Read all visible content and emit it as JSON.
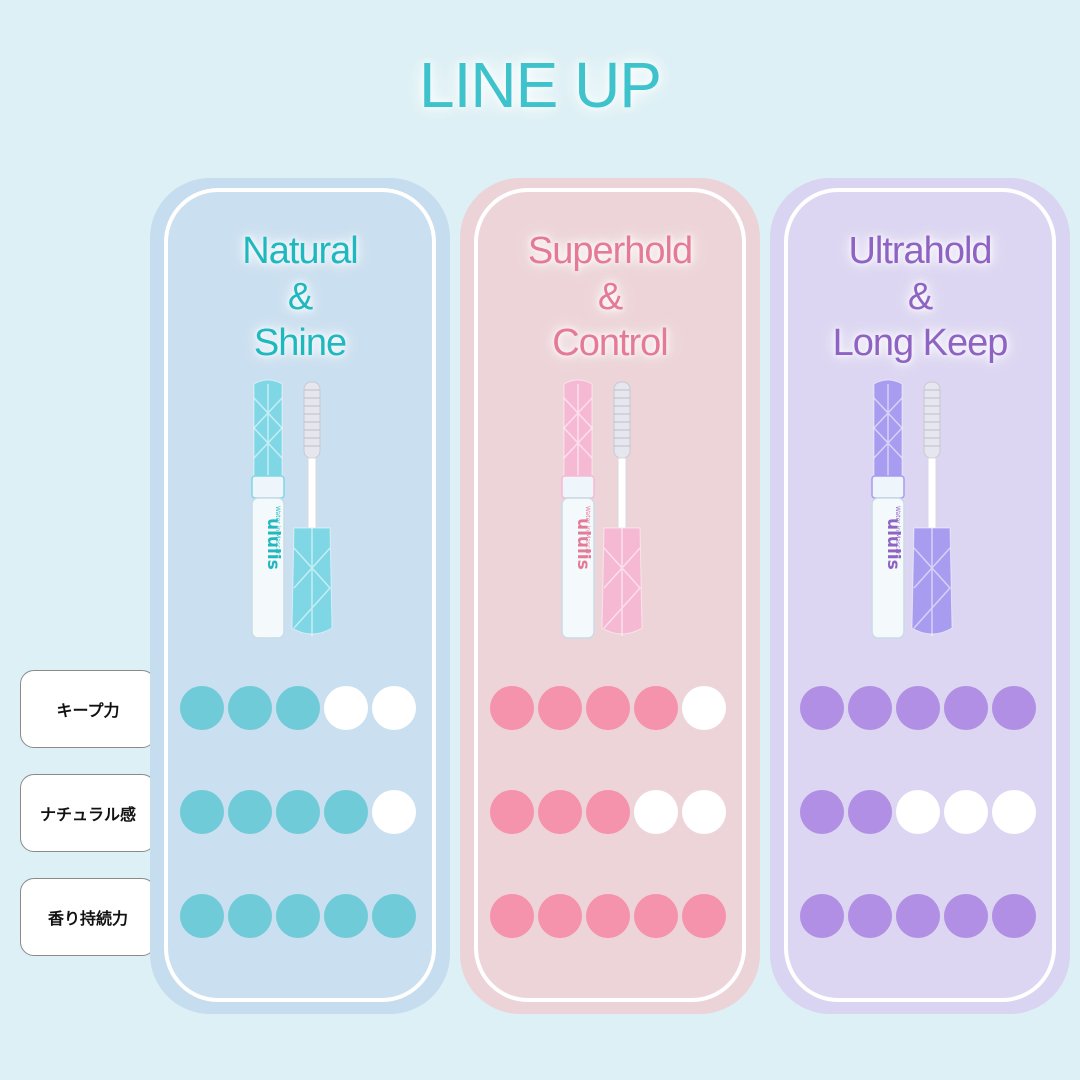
{
  "title": "LINE UP",
  "labels": [
    "キープ力",
    "ナチュラル感",
    "香り持続力"
  ],
  "products": [
    {
      "name_lines": [
        "Natural",
        "&",
        "Shine"
      ],
      "brand": "ululis",
      "sub_brand": "Water in Mascara",
      "accent": "#20b8bf",
      "dot_color": "#6fcbd8",
      "panel_outer": "#c6dcef",
      "panel_inner": "#cadff0",
      "body_color": "#7fd7e6",
      "ratings": [
        3,
        4,
        5
      ]
    },
    {
      "name_lines": [
        "Superhold",
        "&",
        "Control"
      ],
      "brand": "ululis",
      "sub_brand": "Water in Mascara",
      "accent": "#e57a96",
      "dot_color": "#f493ab",
      "panel_outer": "#ebd3d7",
      "panel_inner": "#edd4d8",
      "body_color": "#f6b9d4",
      "ratings": [
        4,
        3,
        5
      ]
    },
    {
      "name_lines": [
        "Ultrahold",
        "&",
        "Long Keep"
      ],
      "brand": "ululis",
      "sub_brand": "Water in Mascara",
      "accent": "#8e63c3",
      "dot_color": "#b18fe4",
      "panel_outer": "#d9d4f1",
      "panel_inner": "#dcd6f2",
      "body_color": "#a79cef",
      "ratings": [
        5,
        2,
        5
      ]
    }
  ],
  "max_rating": 5
}
